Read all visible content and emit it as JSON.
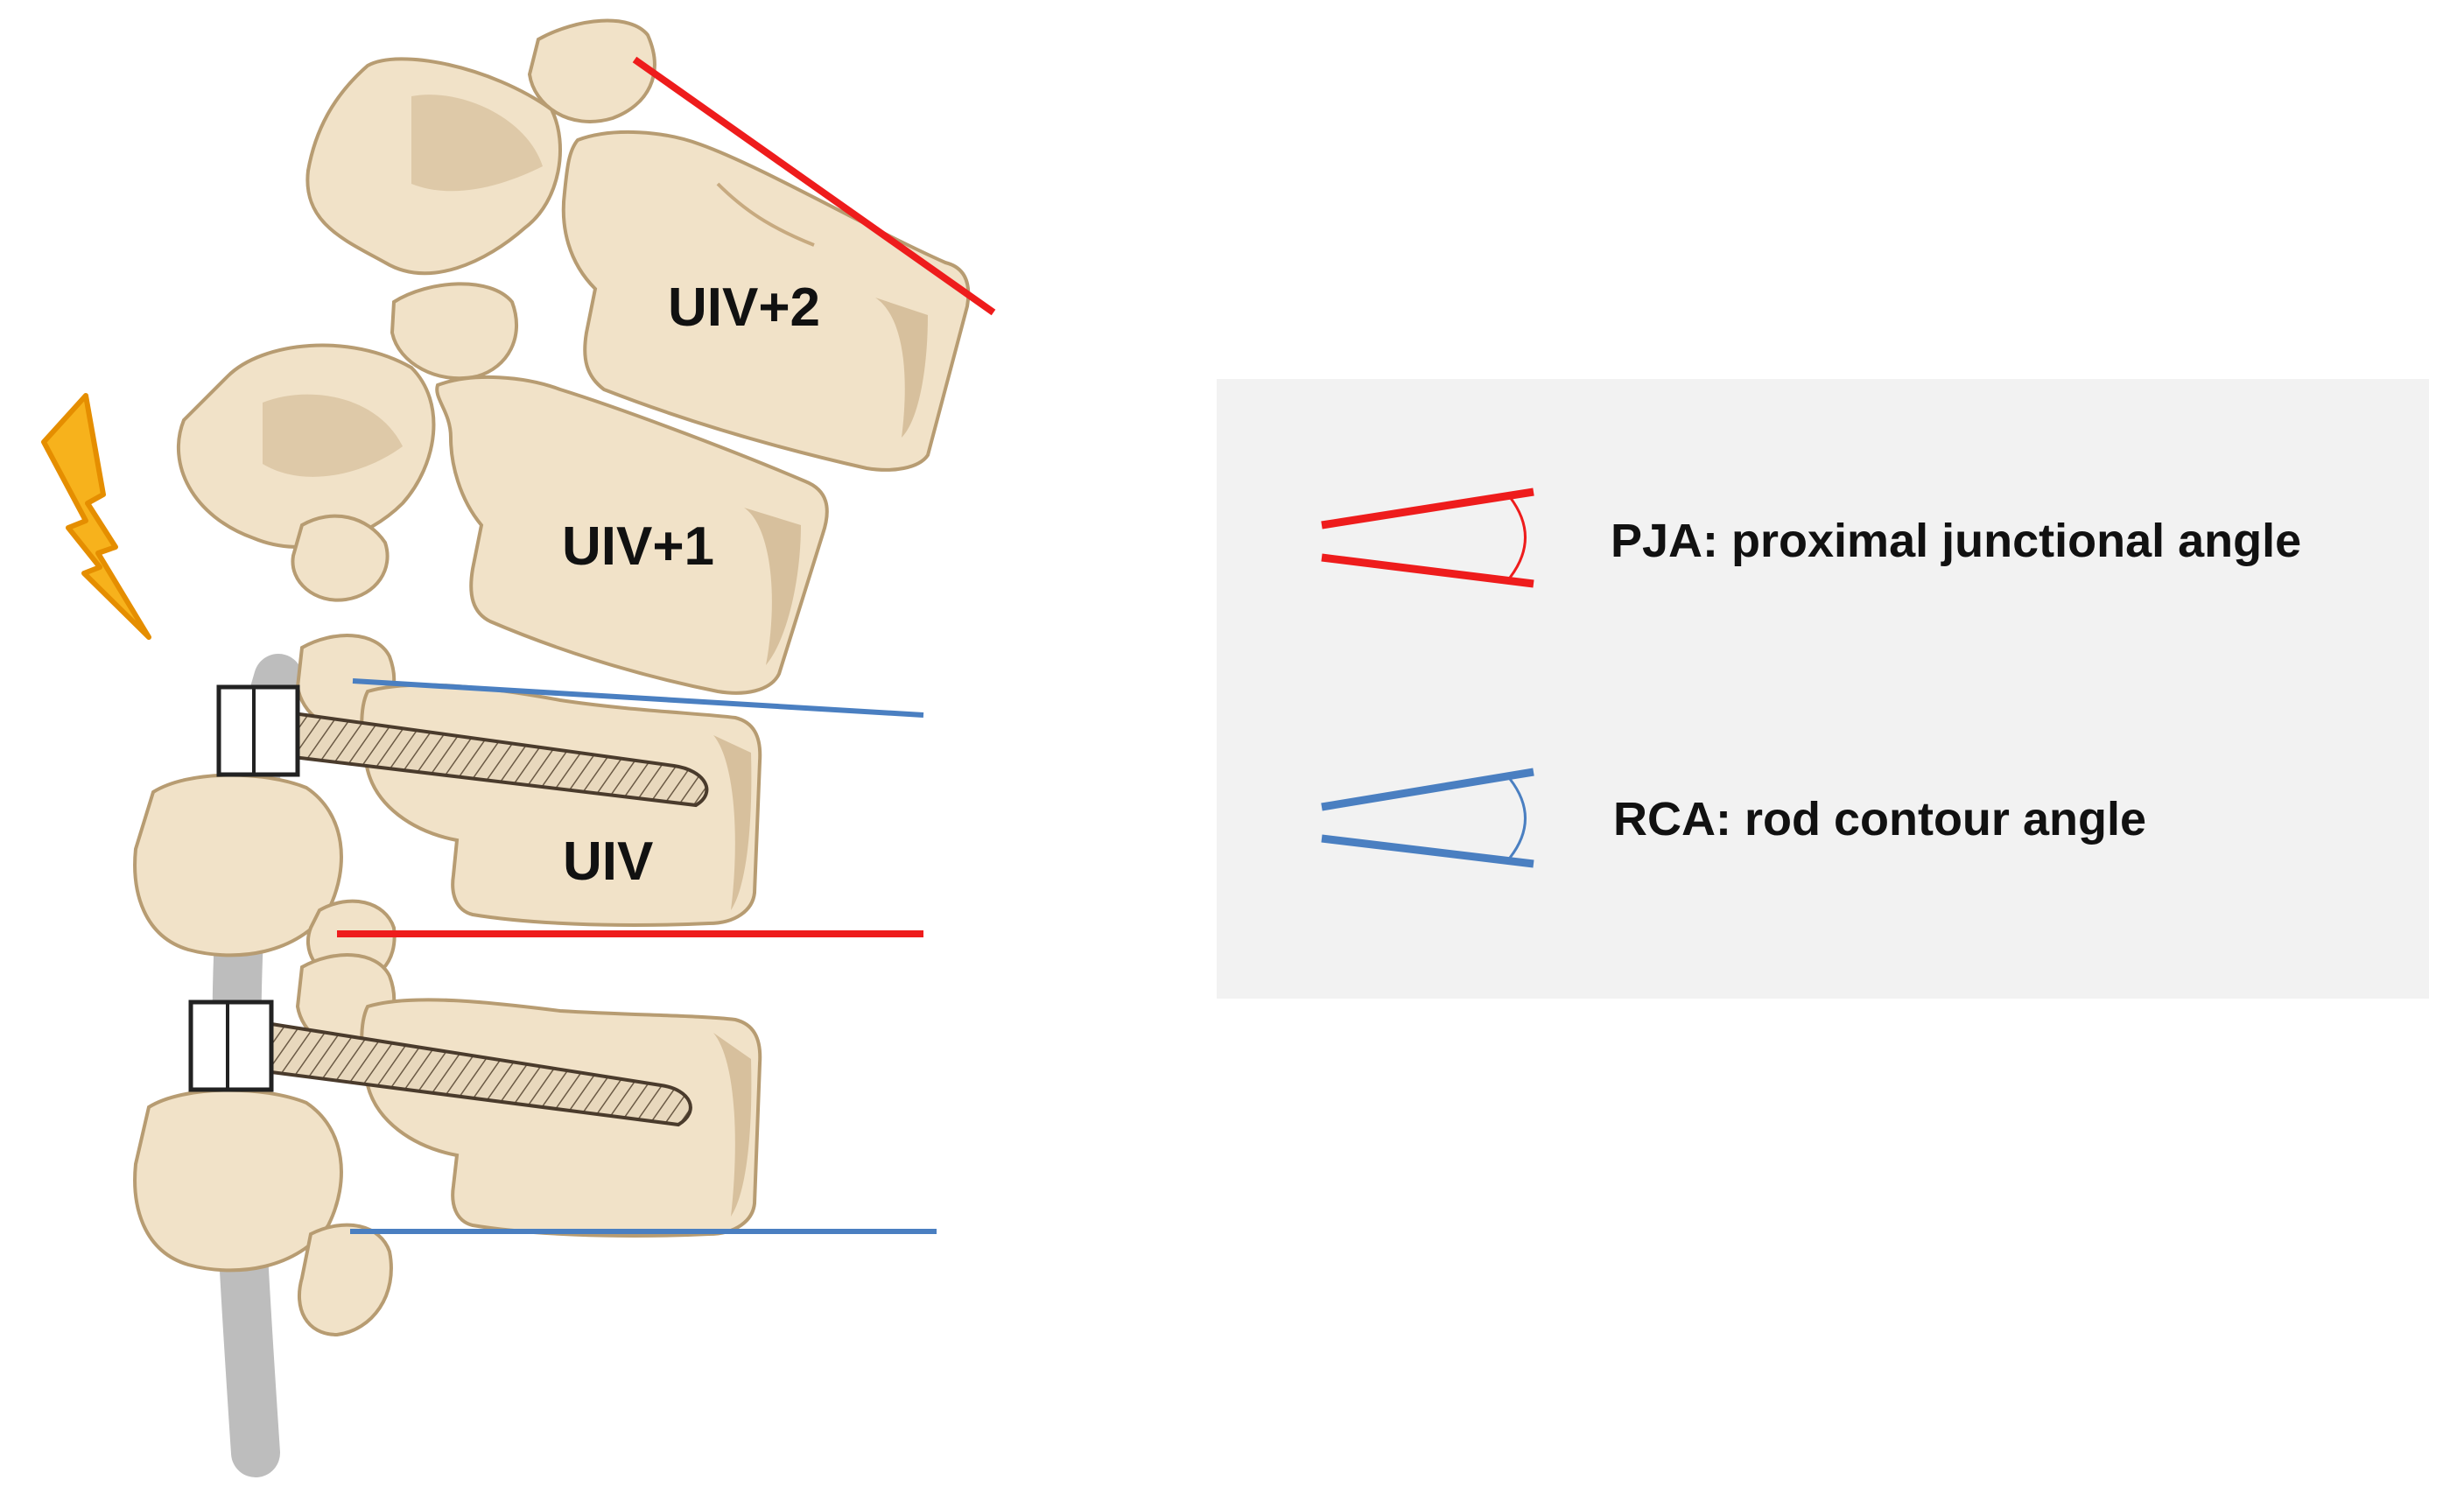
{
  "vertebrae": {
    "uiv_plus_2": "UIV+2",
    "uiv_plus_1": "UIV+1",
    "uiv": "UIV"
  },
  "legend": {
    "pja": {
      "label": "PJA: proximal junctional angle",
      "color": "#ee1c1c"
    },
    "rca": {
      "label": "RCA: rod contour angle",
      "color": "#4a7fc1"
    }
  },
  "icons": {
    "warning": "lightning-bolt-icon"
  },
  "colors": {
    "bone_fill": "#f1e2c8",
    "bone_shadow": "#c7aa80",
    "rod": "#bdbdbd",
    "legend_bg": "#f2f2f2"
  }
}
